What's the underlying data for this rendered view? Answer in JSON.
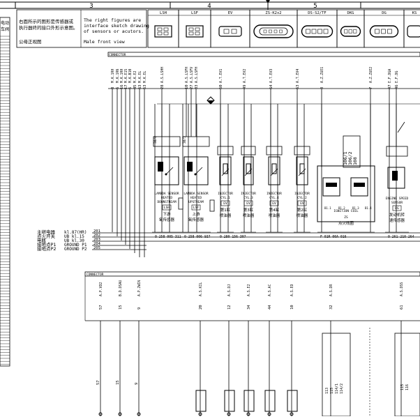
{
  "zones": [
    "3",
    "4",
    "5"
  ],
  "legend": {
    "cn_line1": "右面所示的图形是传感器或",
    "cn_line2": "执行器终的接口外形示意图。",
    "en_line1": "The right figures are",
    "en_line2": "interface sketch drawing",
    "en_line3": "of sensors or acutors.",
    "cn_front": "公母正视图",
    "en_front": "Male front view"
  },
  "left_fragments": [
    "电动",
    "车阀"
  ],
  "connector_label": "CONNECTOR",
  "header_connectors": [
    {
      "code": "LSH"
    },
    {
      "code": "LSF"
    },
    {
      "code": "EV"
    },
    {
      "code": "ZS-K2x2"
    },
    {
      "code": "DS-S2/TF"
    },
    {
      "code": "DKG"
    },
    {
      "code": "DG"
    },
    {
      "code": "KS"
    }
  ],
  "top_pins": [
    {
      "pin": "8",
      "label": "M.K.1RH"
    },
    {
      "pin": "6",
      "label": "M.K.1RN"
    },
    {
      "pin": "16",
      "label": "M.K.1RH"
    },
    {
      "pin": "17",
      "label": "M.K.E15"
    },
    {
      "pin": "5",
      "label": "M.K.B10"
    },
    {
      "pin": "45",
      "label": "M.K.E2"
    },
    {
      "pin": "63",
      "label": "M.K.EL"
    },
    {
      "pin": "53",
      "label": "M.K.EL"
    },
    {
      "pin": "28",
      "label": "A.S.LSHH"
    },
    {
      "pin": "10",
      "label": "A.S.LSFH"
    },
    {
      "pin": "27",
      "label": "A.S.LSFV"
    },
    {
      "pin": "33",
      "label": "A.S.LSFH"
    },
    {
      "pin": "50",
      "label": "A.T.EV1"
    },
    {
      "pin": "49",
      "label": "A.T.EV2"
    },
    {
      "pin": "64",
      "label": "A.T.EV3"
    },
    {
      "pin": "63",
      "label": "A.T.EV4"
    },
    {
      "pin": "3",
      "label": "A.Z.ZUE1"
    },
    {
      "pin": "7",
      "label": "A.Z.ZUE2"
    },
    {
      "pin": "47",
      "label": "E.F.DGA"
    },
    {
      "pin": "46",
      "label": "E.F.DG"
    }
  ],
  "components": [
    {
      "code": "LSH",
      "en1": "LAMBDA SENSOR",
      "en2": "HEATED",
      "en3": "DOWNSTREAM",
      "cn1": "下游",
      "cn2": "氧传感器",
      "part": "0 258 005 311"
    },
    {
      "code": "LSF",
      "en1": "LAMBDA SENSOR",
      "en2": "HEATED",
      "en3": "UPSTREAM",
      "cn1": "上游",
      "cn2": "氧传感器",
      "part": "0 258 006 937"
    },
    {
      "code": "EV",
      "en1": "INJECTOR",
      "en2": "CYL.1",
      "en3": "",
      "cn1": "第1缸",
      "cn2": "喷油器",
      "part": "0 280 156 307"
    },
    {
      "code": "EV",
      "en1": "INJECTOR",
      "en2": "CYL.3",
      "en3": "",
      "cn1": "第3缸",
      "cn2": "喷油器",
      "part": ""
    },
    {
      "code": "EV",
      "en1": "INJECTOR",
      "en2": "CYL.4",
      "en3": "",
      "cn1": "第4缸",
      "cn2": "喷油器",
      "part": ""
    },
    {
      "code": "EV",
      "en1": "INJECTOR",
      "en2": "CYL.2",
      "en3": "",
      "cn1": "第2缸",
      "cn2": "喷油器",
      "part": ""
    },
    {
      "code": "ZS",
      "en1": "IGNITION COIL",
      "en2": "",
      "en3": "",
      "cn1": "点火线圈",
      "cn2": "",
      "part": "F 01R 00A 016"
    },
    {
      "code": "DG",
      "en1": "ENGINE SPEED",
      "en2": "SENSOR",
      "en3": "",
      "cn1": "发动机转",
      "cn2": "速传感器",
      "part": "0 261 210 264"
    }
  ],
  "coil_labels": [
    "106/1",
    "106/2",
    "108"
  ],
  "bus_lines": [
    {
      "cn": "主继电器",
      "en": "kl.87(HR)",
      "num": "201"
    },
    {
      "cn": "点火开关",
      "en": "UB kl.15",
      "num": "202"
    },
    {
      "cn": "电瓶",
      "en": "UB kl.30",
      "num": "203"
    },
    {
      "cn": "接地点P1",
      "en": "GROUND P1",
      "num": "204"
    },
    {
      "cn": "接地点P2",
      "en": "GROUND P2",
      "num": "205"
    }
  ],
  "bottom_pins": [
    {
      "pin": "57",
      "label": "A.P.VD2"
    },
    {
      "pin": "15",
      "label": "B.D.DSAU"
    },
    {
      "pin": "9",
      "label": "A.P.2WIN"
    },
    {
      "pin": "20",
      "label": "A.S.KIL"
    },
    {
      "pin": "12",
      "label": "A.S.DJ"
    },
    {
      "pin": "34",
      "label": "A.S.E2"
    },
    {
      "pin": "44",
      "label": "A.S.AC"
    },
    {
      "pin": "10",
      "label": "A.S.ED"
    },
    {
      "pin": "32",
      "label": "A.S.DR"
    },
    {
      "pin": "61",
      "label": "A.S.DSS"
    }
  ],
  "bottom_extra": [
    "113",
    "115",
    "114/1",
    "114/2",
    "116"
  ]
}
